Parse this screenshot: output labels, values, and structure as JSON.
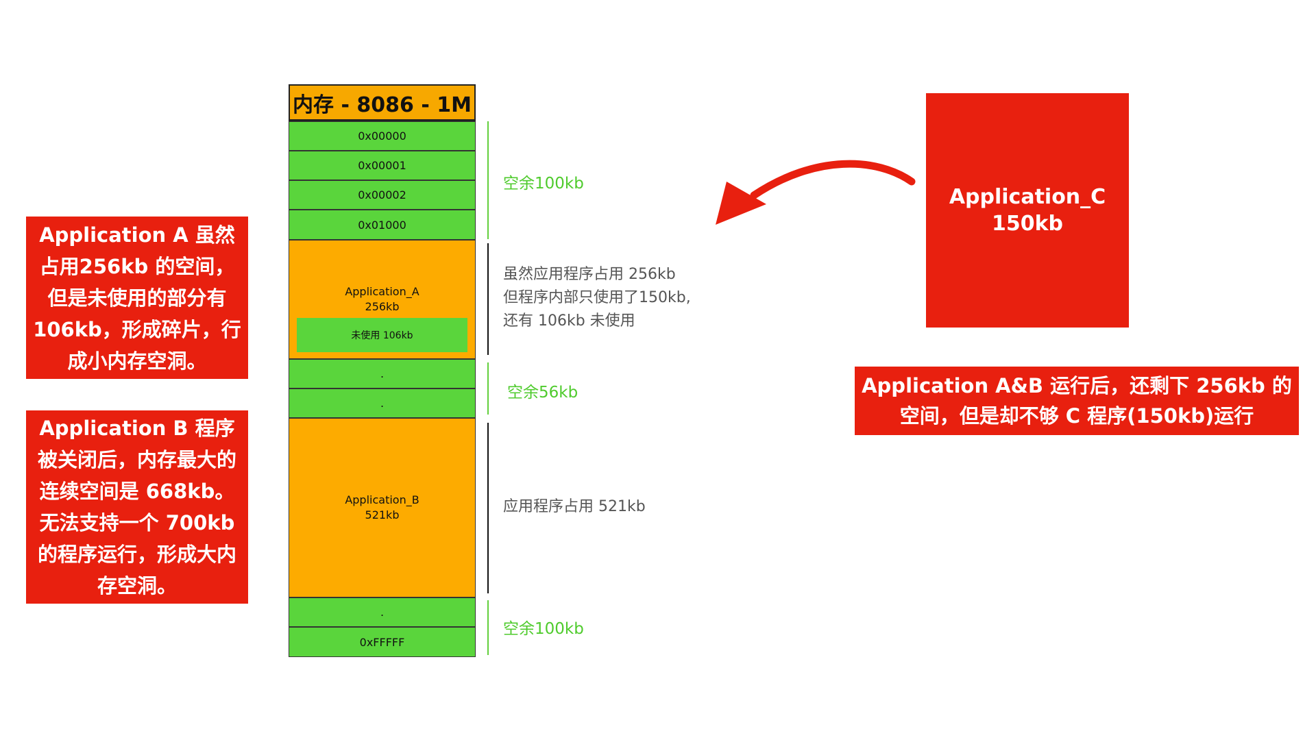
{
  "memory": {
    "title": "内存 - 8086 - 1M",
    "addr_0": "0x00000",
    "addr_1": "0x00001",
    "addr_2": "0x00002",
    "addr_3": "0x01000",
    "app_a_name": "Application_A",
    "app_a_size": "256kb",
    "app_a_unused": "未使用 106kb",
    "dot_1": ".",
    "dot_2": ".",
    "app_b_name": "Application_B",
    "app_b_size": "521kb",
    "dot_3": ".",
    "addr_last": "0xFFFFF"
  },
  "labels": {
    "free_top": "空余100kb",
    "app_a_line1": "虽然应用程序占用 256kb",
    "app_a_line2": "但程序内部只使用了150kb,",
    "app_a_line3": "还有 106kb 未使用",
    "free_mid": "空余56kb",
    "app_b": "应用程序占用 521kb",
    "free_bottom": "空余100kb"
  },
  "notes": {
    "left_top": "Application A 虽然占用256kb 的空间，但是未使用的部分有106kb，形成碎片，行成小内存空洞。",
    "left_bottom": "Application B 程序被关闭后，内存最大的连续空间是 668kb。无法支持一个 700kb 的程序运行，形成大内存空洞。",
    "right": "Application A&B 运行后，还剩下 256kb 的空间，但是却不够 C 程序(150kb)运行"
  },
  "app_c": {
    "name": "Application_C",
    "size": "150kb"
  },
  "colors": {
    "green": "#5ad53c",
    "orange": "#fdab00",
    "red": "#e8200f",
    "green_text": "#4fcb2d"
  }
}
